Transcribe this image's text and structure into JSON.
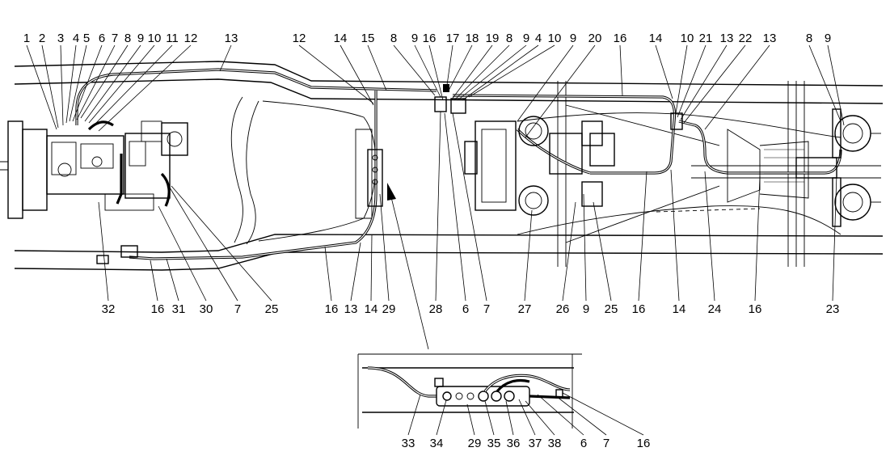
{
  "callouts_top": [
    "1",
    "2",
    "3",
    "4",
    "5",
    "6",
    "7",
    "8",
    "9",
    "10",
    "11",
    "12",
    "13",
    "12",
    "14",
    "15",
    "8",
    "9",
    "16",
    "17",
    "18",
    "19",
    "8",
    "9",
    "4",
    "10",
    "9",
    "20",
    "16",
    "14",
    "10",
    "21",
    "13",
    "22",
    "13",
    "8",
    "9"
  ],
  "callouts_bottom": [
    "32",
    "16",
    "31",
    "30",
    "7",
    "25",
    "16",
    "13",
    "14",
    "29",
    "28",
    "6",
    "7",
    "27",
    "26",
    "9",
    "25",
    "16",
    "14",
    "24",
    "16",
    "23"
  ],
  "callouts_inset": [
    "33",
    "34",
    "29",
    "35",
    "36",
    "37",
    "38",
    "6",
    "7",
    "16"
  ]
}
